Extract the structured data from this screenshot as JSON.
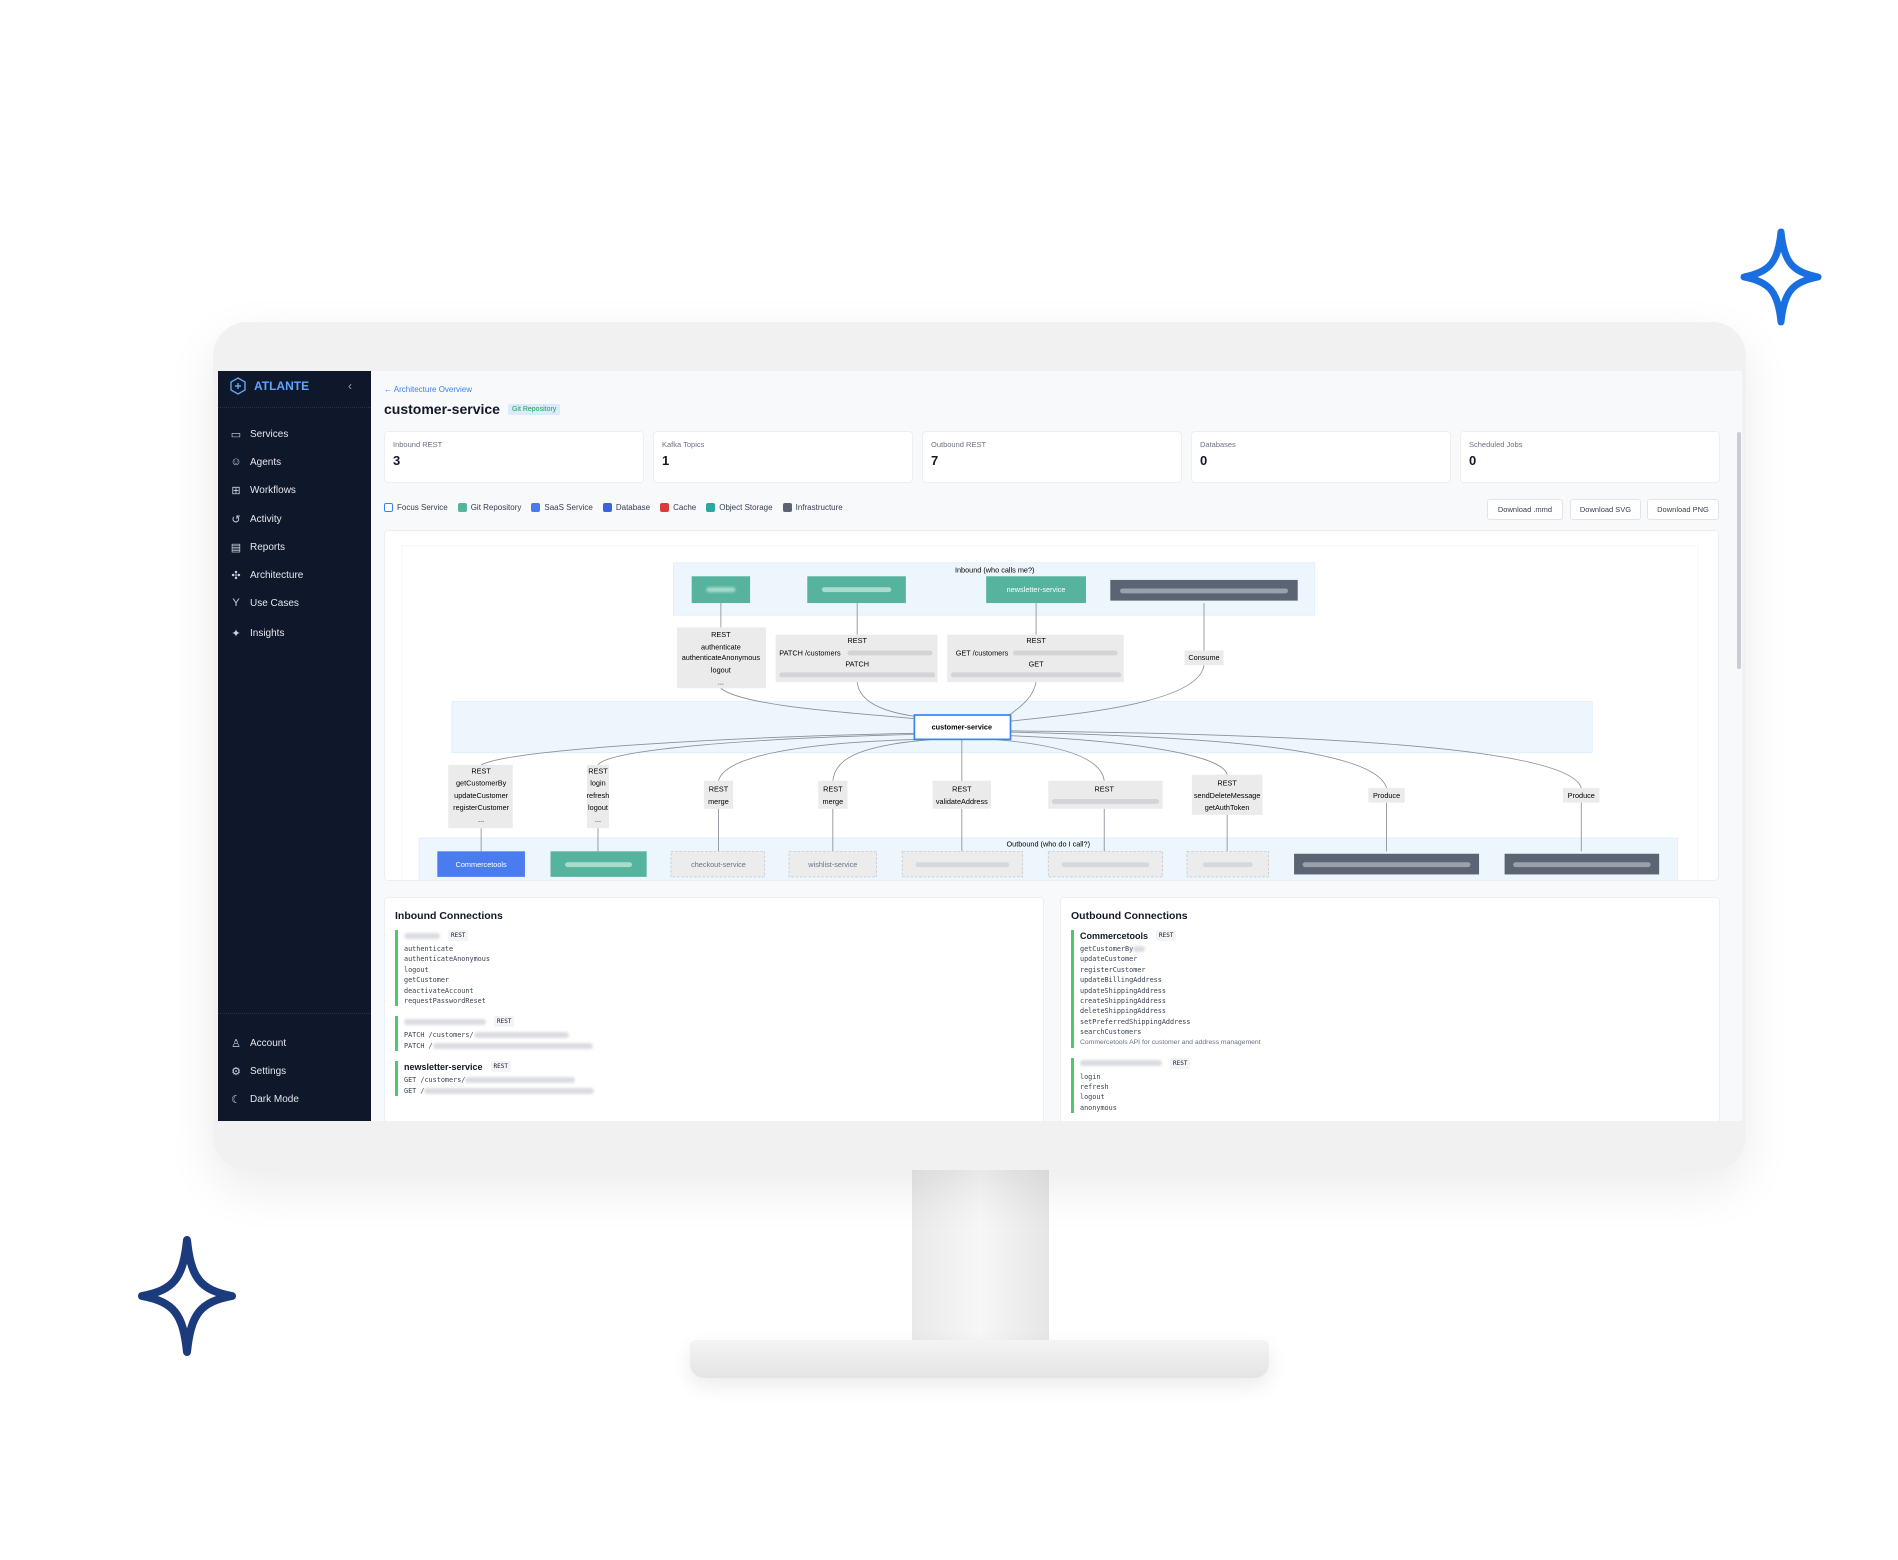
{
  "sidebar": {
    "brand": "ATLANTE",
    "collapse": "‹",
    "items": [
      {
        "label": "Services",
        "icon": "folder-icon"
      },
      {
        "label": "Agents",
        "icon": "robot-icon"
      },
      {
        "label": "Workflows",
        "icon": "workflow-icon"
      },
      {
        "label": "Activity",
        "icon": "history-icon"
      },
      {
        "label": "Reports",
        "icon": "document-icon"
      },
      {
        "label": "Architecture",
        "icon": "network-icon"
      },
      {
        "label": "Use Cases",
        "icon": "fork-icon"
      },
      {
        "label": "Insights",
        "icon": "sparkles-icon"
      }
    ],
    "bottom": [
      {
        "label": "Account",
        "icon": "user-icon"
      },
      {
        "label": "Settings",
        "icon": "gear-icon"
      },
      {
        "label": "Dark Mode",
        "icon": "moon-icon"
      }
    ]
  },
  "header": {
    "breadcrumb": "← Architecture Overview",
    "title": "customer-service",
    "badge": "Git Repository"
  },
  "stats": [
    {
      "label": "Inbound REST",
      "value": "3"
    },
    {
      "label": "Kafka Topics",
      "value": "1"
    },
    {
      "label": "Outbound REST",
      "value": "7"
    },
    {
      "label": "Databases",
      "value": "0"
    },
    {
      "label": "Scheduled Jobs",
      "value": "0"
    }
  ],
  "legend": [
    {
      "label": "Focus Service",
      "color": "#ffffff"
    },
    {
      "label": "Git Repository",
      "color": "#56b39d"
    },
    {
      "label": "SaaS Service",
      "color": "#4a7cf0"
    },
    {
      "label": "Database",
      "color": "#3b63e0"
    },
    {
      "label": "Cache",
      "color": "#dc3b3b"
    },
    {
      "label": "Object Storage",
      "color": "#2aa7a0"
    },
    {
      "label": "Infrastructure",
      "color": "#5b6472"
    }
  ],
  "downloads": [
    "Download .mmd",
    "Download SVG",
    "Download PNG"
  ],
  "diagram": {
    "inbound_group": "Inbound (who calls me?)",
    "outbound_group": "Outbound (who do I call?)",
    "focus": "customer-service",
    "inbound_node_newsletter": "newsletter-service",
    "in_label_1": [
      "REST",
      "authenticate",
      "authenticateAnonymous",
      "logout",
      "..."
    ],
    "in_label_2": [
      "REST",
      "PATCH /customers",
      "PATCH"
    ],
    "in_label_3": [
      "REST",
      "GET /customers",
      "GET"
    ],
    "in_label_4": "Consume",
    "out_labels": [
      [
        "REST",
        "getCustomerBy",
        "updateCustomer",
        "registerCustomer",
        "..."
      ],
      [
        "REST",
        "login",
        "refresh",
        "logout",
        "..."
      ],
      [
        "REST",
        "merge"
      ],
      [
        "REST",
        "merge"
      ],
      [
        "REST",
        "validateAddress"
      ],
      [
        "REST"
      ],
      [
        "REST",
        "sendDeleteMessage",
        "getAuthToken"
      ],
      [
        "Produce"
      ],
      [
        "Produce"
      ]
    ],
    "out_nodes": [
      "Commercetools",
      "checkout-service",
      "wishlist-service"
    ]
  },
  "connections": {
    "inbound_title": "Inbound Connections",
    "outbound_title": "Outbound Connections",
    "tag": "REST",
    "in1_ops": [
      "authenticate",
      "authenticateAnonymous",
      "logout",
      "getCustomer",
      "deactivateAccount",
      "requestPasswordReset"
    ],
    "in2_ops": [
      "PATCH /customers/",
      "PATCH /"
    ],
    "in3_name": "newsletter-service",
    "in3_ops": [
      "GET /customers/",
      "GET /"
    ],
    "out1_name": "Commercetools",
    "out1_ops": [
      "getCustomerBy",
      "updateCustomer",
      "registerCustomer",
      "updateBillingAddress",
      "updateShippingAddress",
      "createShippingAddress",
      "deleteShippingAddress",
      "setPreferredShippingAddress",
      "searchCustomers"
    ],
    "out1_desc": "Commercetools API for customer and address management",
    "out2_ops": [
      "login",
      "refresh",
      "logout",
      "anonymous"
    ]
  }
}
